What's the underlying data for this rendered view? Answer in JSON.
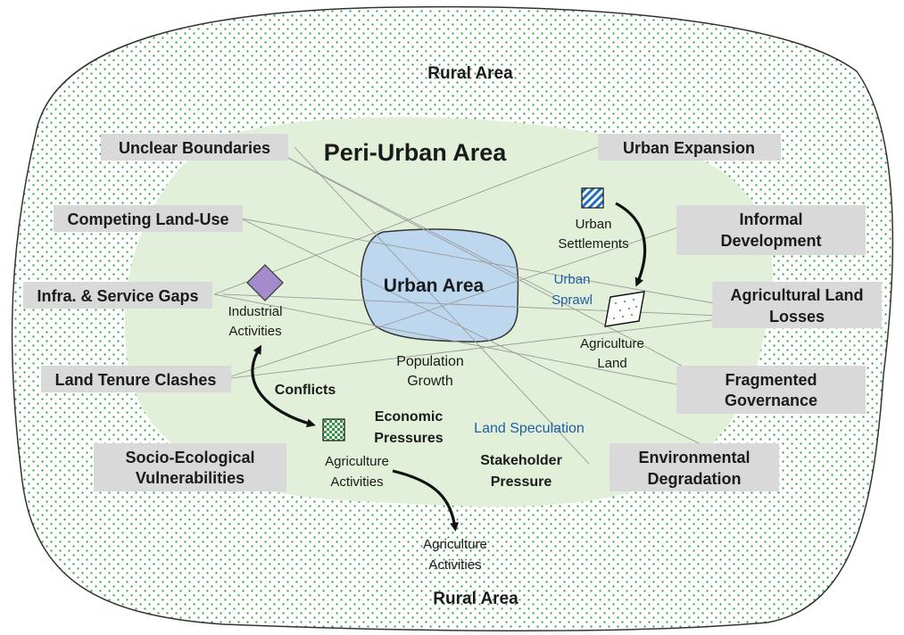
{
  "zones": {
    "rural_top": "Rural Area",
    "rural_bottom": "Rural Area",
    "peri_urban": "Peri-Urban Area",
    "urban": "Urban Area"
  },
  "left_boxes": {
    "unclear_boundaries": "Unclear Boundaries",
    "competing_land_use": "Competing Land-Use",
    "infra_service_gaps": "Infra. & Service Gaps",
    "land_tenure_clashes": "Land Tenure Clashes",
    "socio_ecological_1": "Socio-Ecological",
    "socio_ecological_2": "Vulnerabilities"
  },
  "right_boxes": {
    "urban_expansion": "Urban Expansion",
    "informal_development_1": "Informal",
    "informal_development_2": "Development",
    "agri_land_losses_1": "Agricultural Land",
    "agri_land_losses_2": "Losses",
    "fragmented_governance_1": "Fragmented",
    "fragmented_governance_2": "Governance",
    "environmental_degradation_1": "Environmental",
    "environmental_degradation_2": "Degradation"
  },
  "labels": {
    "urban_settlements_1": "Urban",
    "urban_settlements_2": "Settlements",
    "urban_sprawl_1": "Urban",
    "urban_sprawl_2": "Sprawl",
    "agriculture_land_1": "Agriculture",
    "agriculture_land_2": "Land",
    "industrial_activities_1": "Industrial",
    "industrial_activities_2": "Activities",
    "population_growth_1": "Population",
    "population_growth_2": "Growth",
    "conflicts": "Conflicts",
    "economic_pressures_1": "Economic",
    "economic_pressures_2": "Pressures",
    "land_speculation": "Land Speculation",
    "stakeholder_pressure_1": "Stakeholder",
    "stakeholder_pressure_2": "Pressure",
    "agriculture_activities_inner_1": "Agriculture",
    "agriculture_activities_inner_2": "Activities",
    "agriculture_activities_outer_1": "Agriculture",
    "agriculture_activities_outer_2": "Activities"
  },
  "colors": {
    "rural_dots": "#2e9a3a",
    "peri_urban_fill": "#e2efd9",
    "urban_fill": "#bdd7ee",
    "industrial_marker": "#a48ccc",
    "box_fill": "#d9d9d9",
    "blue_text": "#1f5fa8"
  }
}
